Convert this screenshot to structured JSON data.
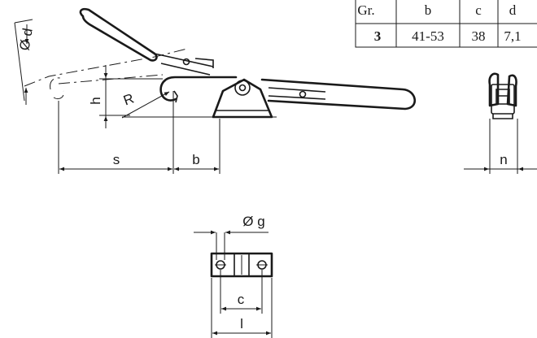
{
  "table": {
    "headers": [
      "Gr.",
      "b",
      "c",
      "d"
    ],
    "row": [
      "3",
      "41-53",
      "38",
      "7,1"
    ]
  },
  "labels": {
    "phi_d": "Ø d",
    "h": "h",
    "R": "R",
    "s": "s",
    "b": "b",
    "n": "n",
    "phi_g": "Ø g",
    "c": "c",
    "l": "l"
  }
}
